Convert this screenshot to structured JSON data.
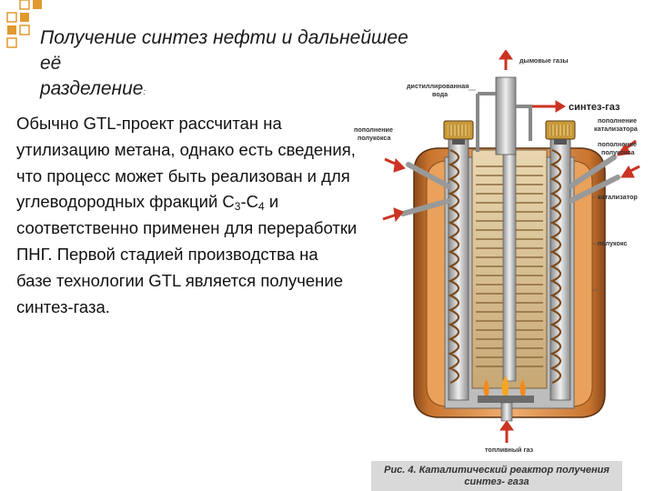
{
  "title": {
    "line1": "Получение синтез нефти и дальнейшее её",
    "line2": "разделение",
    "colon": ":"
  },
  "body": {
    "before_c3": "Обычно GTL-проект рассчитан на утилизацию метана, однако есть сведения, что процесс может быть реализован и для углеводородных фракций С",
    "sub3": "3",
    "dash": "-С",
    "sub4": "4",
    "after_c4": " и соответственно применен для переработки ПНГ. Первой стадией производства на базе технологии GTL является получение синтез-газа."
  },
  "figure": {
    "labels": {
      "flue_gases": "дымовые газы",
      "distilled_water_1": "дистиллированная",
      "distilled_water_2": "вода",
      "syngas": "синтез-газ",
      "coke_feed_1": "пополнение",
      "coke_feed_2": "полукокса",
      "catalyst_feed_1": "пополнение",
      "catalyst_feed_2": "катализатора",
      "semicoke_feed_1": "пополнение",
      "semicoke_feed_2": "полукокса",
      "catalyst": "катализатор",
      "semicoke": "полукокс",
      "fuel_gas": "топливный газ"
    },
    "caption_line1": "Рис. 4. Каталитический реактор получения",
    "caption_line2": "синтез- газа"
  },
  "colors": {
    "accent_red": "#cc3322",
    "vessel_orange": "#d88a3c",
    "vessel_dark": "#8a4a1c",
    "steel_gray": "#b8b8b8"
  }
}
